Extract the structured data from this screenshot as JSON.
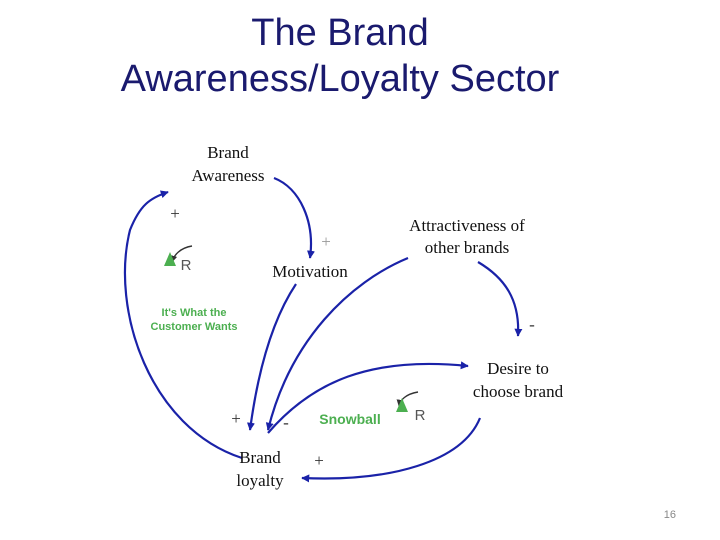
{
  "title": {
    "line1": "The Brand",
    "line2": "Awareness/Loyalty Sector"
  },
  "nodes": {
    "brand_awareness": [
      "Brand",
      "Awareness"
    ],
    "motivation": "Motivation",
    "attractiveness": [
      "Attractiveness of",
      "other brands"
    ],
    "desire": [
      "Desire to",
      "choose brand"
    ],
    "brand_loyalty": [
      "Brand",
      "loyalty"
    ]
  },
  "polarities": {
    "loyalty_to_awareness": "+",
    "awareness_to_motivation": "+",
    "attractiveness_to_desire": "-",
    "motivation_to_loyalty": "+",
    "attractiveness_to_loyalty": "-",
    "desire_to_loyalty": "+"
  },
  "loops": {
    "customer_wants": {
      "type": "R",
      "label_line1": "It's What the",
      "label_line2": "Customer Wants"
    },
    "snowball": {
      "type": "R",
      "label": "Snowball"
    }
  },
  "colors": {
    "title": "#1a1a6e",
    "arrows": "#1a22a8",
    "loop_label": "#4caf50"
  },
  "page_number": "16"
}
